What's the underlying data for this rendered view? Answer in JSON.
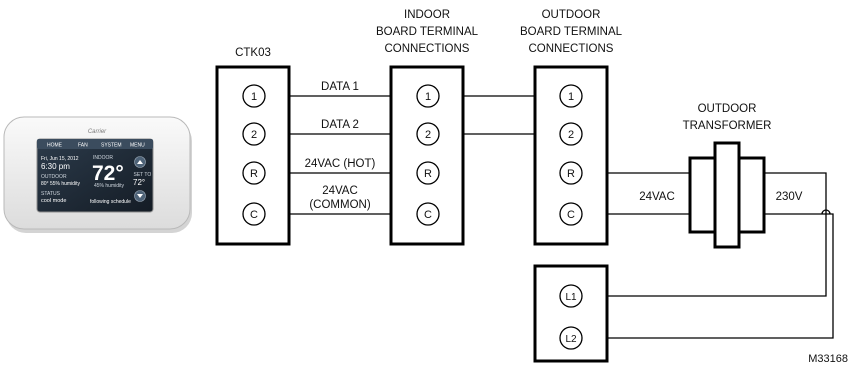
{
  "labels": {
    "ctk03": "CTK03",
    "indoor_l1": "INDOOR",
    "indoor_l2": "BOARD TERMINAL",
    "indoor_l3": "CONNECTIONS",
    "outdoor_l1": "OUTDOOR",
    "outdoor_l2": "BOARD TERMINAL",
    "outdoor_l3": "CONNECTIONS",
    "transformer_l1": "OUTDOOR",
    "transformer_l2": "TRANSFORMER",
    "figure_id": "M33168"
  },
  "wires": {
    "data1": "DATA 1",
    "data2": "DATA 2",
    "hot": "24VAC (HOT)",
    "common_l1": "24VAC",
    "common_l2": "(COMMON)",
    "secondary": "24VAC",
    "primary": "230V"
  },
  "terminals": {
    "t1": "1",
    "t2": "2",
    "tR": "R",
    "tC": "C",
    "tL1": "L1",
    "tL2": "L2"
  },
  "thermostat": {
    "logo": "Carrier",
    "tabs": [
      "HOME",
      "FAN",
      "SYSTEM",
      "MENU"
    ],
    "date": "Fri, Jun 15, 2012",
    "time": "6:30 pm",
    "indoor_label": "INDOOR",
    "temp": "72°",
    "humidity": "45% humidity",
    "outdoor_label": "OUTDOOR",
    "outdoor_value": "80° 55% humidity",
    "status_label": "STATUS",
    "status_value": "cool mode",
    "set_to_label": "SET TO",
    "set_to_value": "72°",
    "schedule_text": "following schedule"
  },
  "colors": {
    "line": "#000000",
    "thermostat_body": "#f2f2f2",
    "thermostat_screen": "#1f2a36"
  }
}
